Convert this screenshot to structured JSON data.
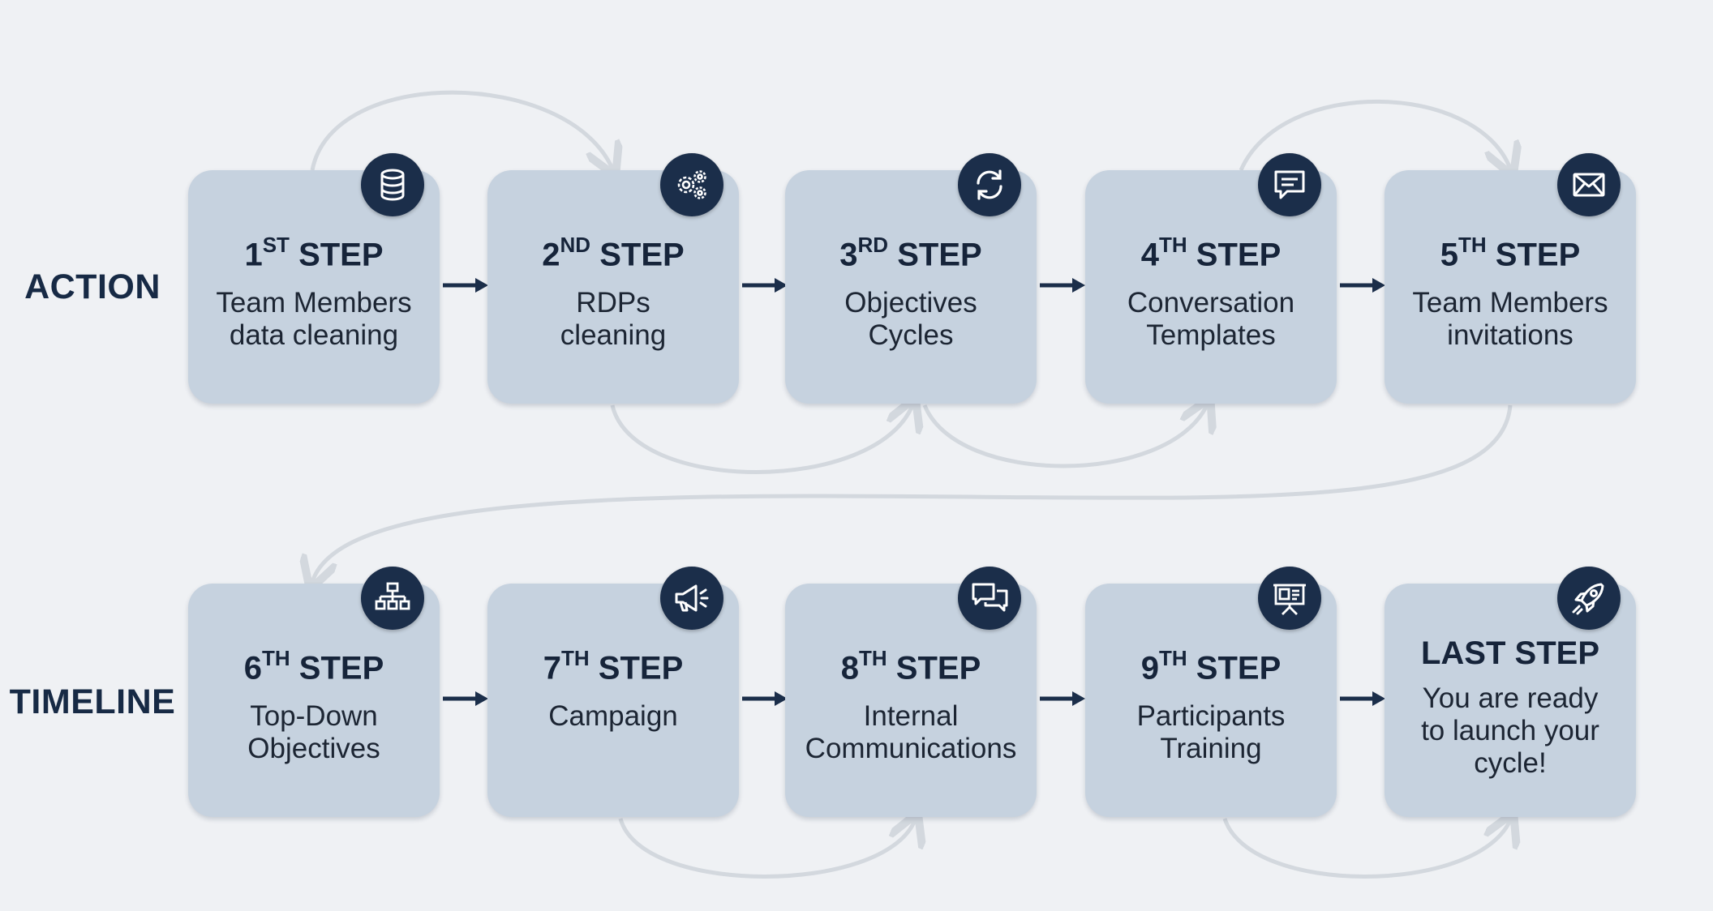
{
  "labels": {
    "row1": "ACTION",
    "row2": "TIMELINE"
  },
  "steps": [
    {
      "num": "1",
      "suffix": "ST",
      "word": "STEP",
      "desc_lines": [
        "Team Members",
        "data cleaning"
      ],
      "icon": "database-icon"
    },
    {
      "num": "2",
      "suffix": "ND",
      "word": "STEP",
      "desc_lines": [
        "RDPs",
        "cleaning"
      ],
      "icon": "gears-icon"
    },
    {
      "num": "3",
      "suffix": "RD",
      "word": "STEP",
      "desc_lines": [
        "Objectives",
        "Cycles"
      ],
      "icon": "refresh-cycle-icon"
    },
    {
      "num": "4",
      "suffix": "TH",
      "word": "STEP",
      "desc_lines": [
        "Conversation",
        "Templates"
      ],
      "icon": "chat-bubble-icon"
    },
    {
      "num": "5",
      "suffix": "TH",
      "word": "STEP",
      "desc_lines": [
        "Team Members",
        "invitations"
      ],
      "icon": "envelope-icon"
    },
    {
      "num": "6",
      "suffix": "TH",
      "word": "STEP",
      "desc_lines": [
        "Top-Down",
        "Objectives"
      ],
      "icon": "org-chart-icon"
    },
    {
      "num": "7",
      "suffix": "TH",
      "word": "STEP",
      "desc_lines": [
        "Campaign"
      ],
      "icon": "megaphone-icon"
    },
    {
      "num": "8",
      "suffix": "TH",
      "word": "STEP",
      "desc_lines": [
        "Internal",
        "Communications"
      ],
      "icon": "chat-bubbles-icon"
    },
    {
      "num": "9",
      "suffix": "TH",
      "word": "STEP",
      "desc_lines": [
        "Participants",
        "Training"
      ],
      "icon": "presentation-board-icon"
    },
    {
      "num": "LAST STEP",
      "suffix": "",
      "word": "",
      "desc_lines": [
        "You are ready",
        "to launch your",
        "cycle!"
      ],
      "icon": "rocket-icon"
    }
  ],
  "colors": {
    "background": "#eff1f4",
    "card": "#c6d2df",
    "icon_circle": "#1b2e4a",
    "arrow": "#1b2e4a",
    "curve": "#d3d8de",
    "text": "#16243a"
  }
}
